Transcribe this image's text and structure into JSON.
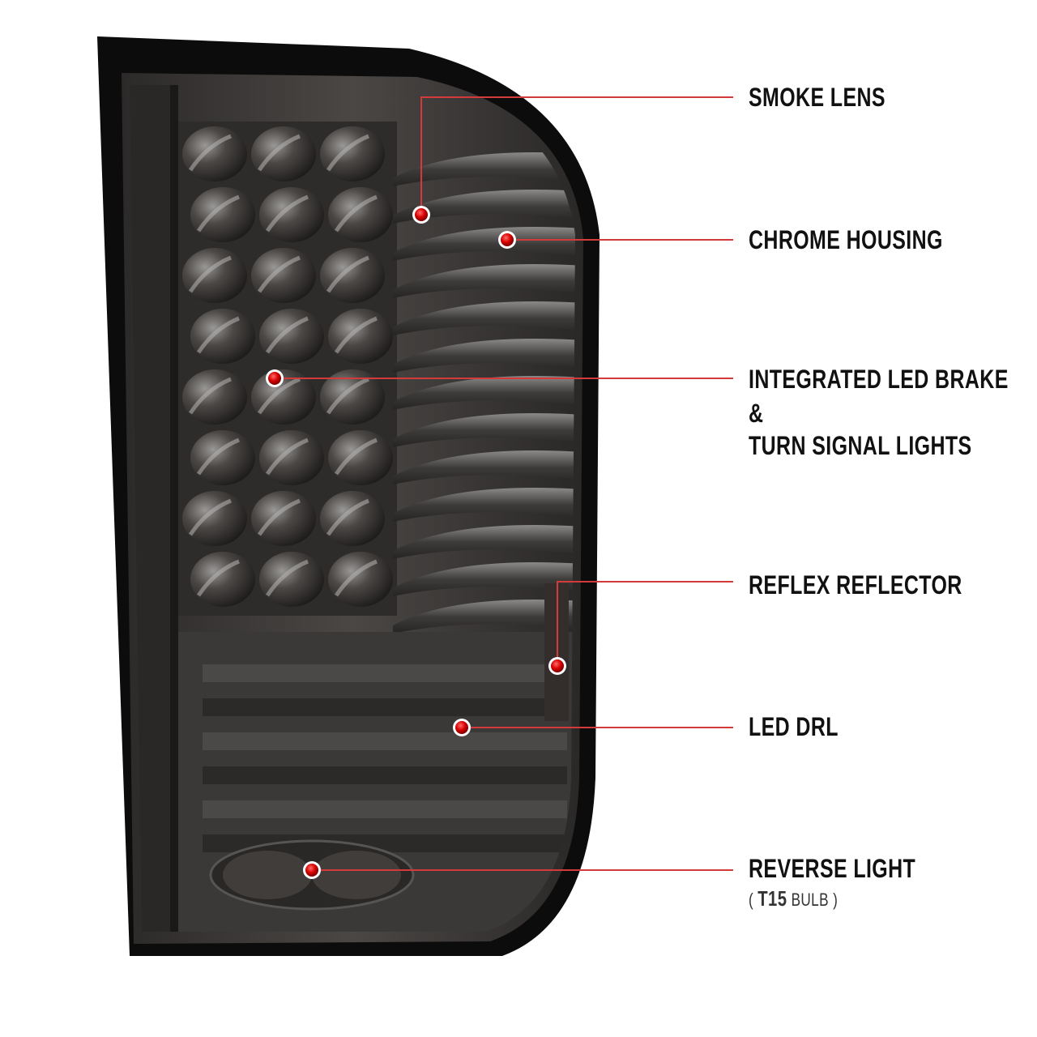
{
  "image_description_labels": {
    "smoke_lens": "SMOKE LENS",
    "chrome_housing": "CHROME HOUSING",
    "led_brake_line1": "INTEGRATED LED BRAKE",
    "led_brake_line2": "&",
    "led_brake_line3": "TURN SIGNAL LIGHTS",
    "reflex_reflector": "REFLEX REFLECTOR",
    "led_drl": "LED DRL",
    "reverse_light": "REVERSE LIGHT",
    "reverse_bulb_open": "(",
    "reverse_bulb_code": "T15",
    "reverse_bulb_word": "BULB",
    "reverse_bulb_close": ")"
  },
  "colors": {
    "callout_line": "#d43a3a",
    "callout_dot": "#d80000",
    "lens_smoke": "#3a3836",
    "housing_black": "#0c0c0c"
  }
}
